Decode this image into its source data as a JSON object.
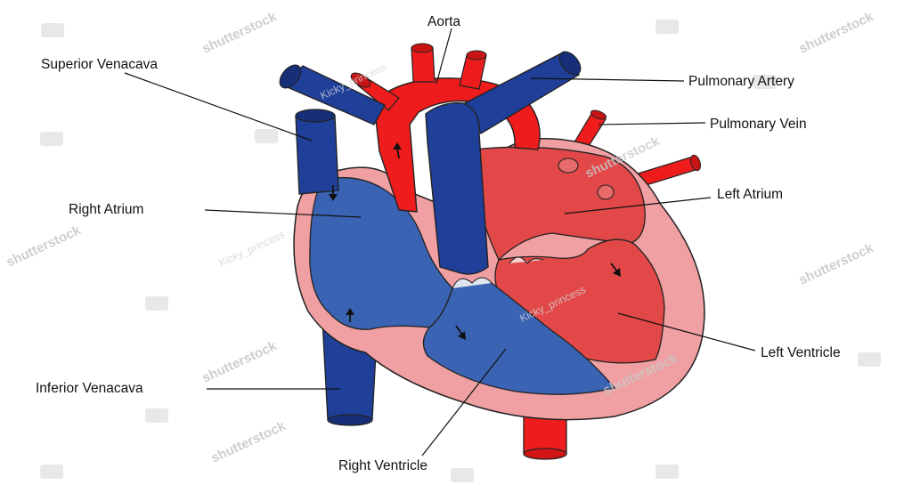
{
  "labels": {
    "aorta": "Aorta",
    "superior_venacava": "Superior Venacava",
    "pulmonary_artery": "Pulmonary  Artery",
    "pulmonary_vein": "Pulmonary Vein",
    "right_atrium": "Right  Atrium",
    "left_atrium": "Left  Atrium",
    "left_ventricle": "Left Ventricle",
    "inferior_venacava": "Inferior Venacava",
    "right_ventricle": "Right Ventricle"
  },
  "watermarks": {
    "brand": "shutterstock",
    "author": "Kicky_princess"
  },
  "colors": {
    "deoxygenated": "#1f3f98",
    "deoxygenated_chamber": "#3a63b3",
    "oxygenated": "#ee1c1c",
    "chamber_red": "#e24848",
    "heart_wall": "#f0a0a2",
    "outline": "#222222"
  }
}
